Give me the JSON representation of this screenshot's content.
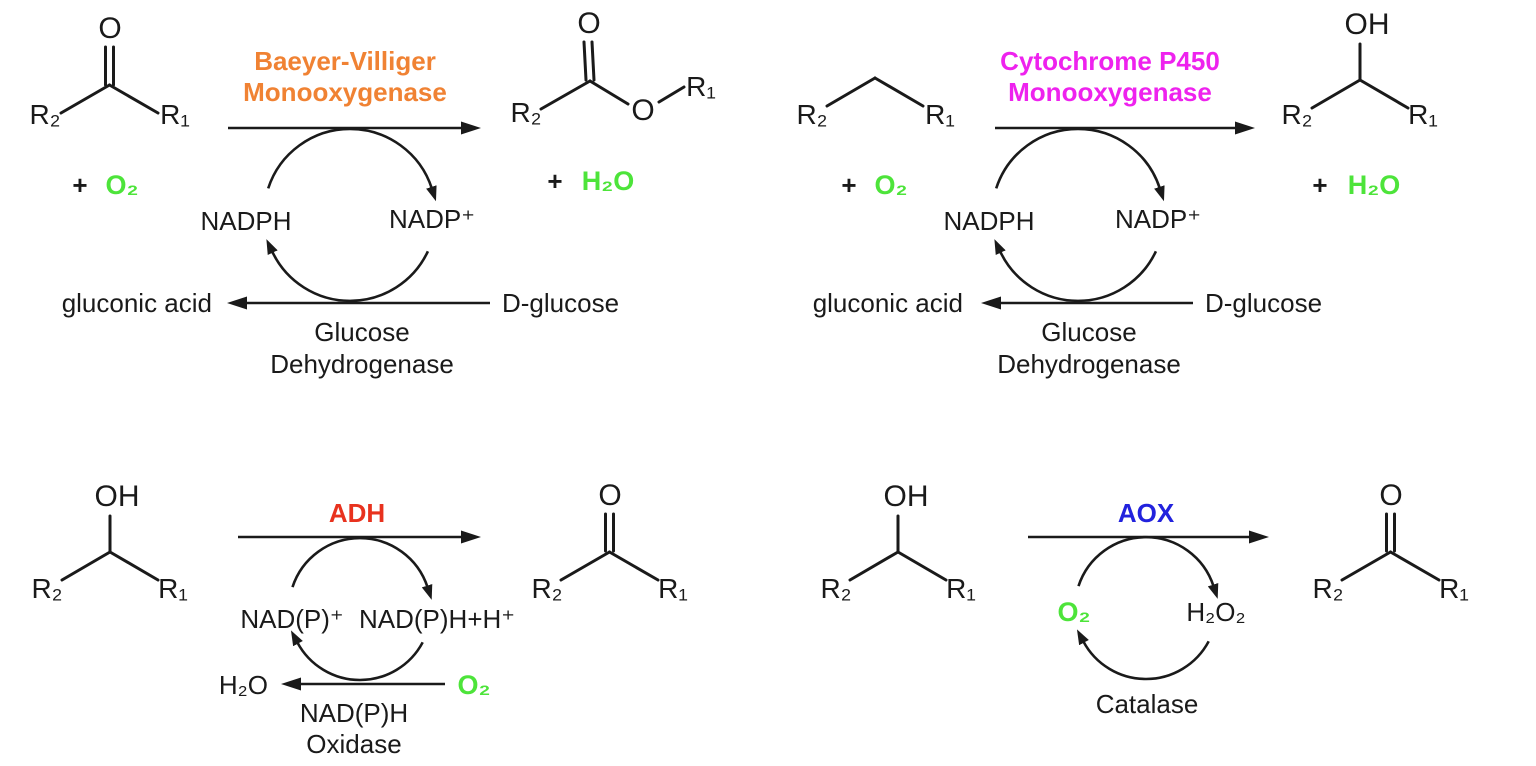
{
  "colors": {
    "green": "#4DE43A",
    "orange": "#F08233",
    "magenta": "#EE22EE",
    "red": "#E8321E",
    "blue": "#2222DD",
    "ink": "#1a1a1a"
  },
  "schemes": {
    "bvmo": {
      "enzyme_line1": "Baeyer-Villiger",
      "enzyme_line2": "Monooxygenase",
      "substrate": {
        "o": "O",
        "r2": "R₂",
        "r1": "R₁"
      },
      "plus": "+",
      "cosubstrate": "O₂",
      "product": {
        "o_carbonyl": "O",
        "o_ester": "O",
        "r2": "R₂",
        "r1": "R₁"
      },
      "coproduct": "H₂O",
      "cofactor_reduced": "NADPH",
      "cofactor_oxidized": "NADP⁺",
      "regen_product": "gluconic acid",
      "regen_substrate": "D-glucose",
      "regen_enzyme_line1": "Glucose",
      "regen_enzyme_line2": "Dehydrogenase"
    },
    "p450": {
      "enzyme_line1": "Cytochrome P450",
      "enzyme_line2": "Monooxygenase",
      "substrate": {
        "r2": "R₂",
        "r1": "R₁"
      },
      "plus": "+",
      "cosubstrate": "O₂",
      "product": {
        "oh": "OH",
        "r2": "R₂",
        "r1": "R₁"
      },
      "coproduct": "H₂O",
      "cofactor_reduced": "NADPH",
      "cofactor_oxidized": "NADP⁺",
      "regen_product": "gluconic acid",
      "regen_substrate": "D-glucose",
      "regen_enzyme_line1": "Glucose",
      "regen_enzyme_line2": "Dehydrogenase"
    },
    "adh": {
      "enzyme": "ADH",
      "substrate": {
        "oh": "OH",
        "r2": "R₂",
        "r1": "R₁"
      },
      "product": {
        "o": "O",
        "r2": "R₂",
        "r1": "R₁"
      },
      "cofactor_oxidized": "NAD(P)⁺",
      "cofactor_reduced": "NAD(P)H+H⁺",
      "regen_product": "H₂O",
      "regen_substrate": "O₂",
      "regen_enzyme_line1": "NAD(P)H",
      "regen_enzyme_line2": "Oxidase"
    },
    "aox": {
      "enzyme": "AOX",
      "substrate": {
        "oh": "OH",
        "r2": "R₂",
        "r1": "R₁"
      },
      "product": {
        "o": "O",
        "r2": "R₂",
        "r1": "R₁"
      },
      "cosubstrate": "O₂",
      "byproduct": "H₂O₂",
      "regen_enzyme": "Catalase"
    }
  }
}
